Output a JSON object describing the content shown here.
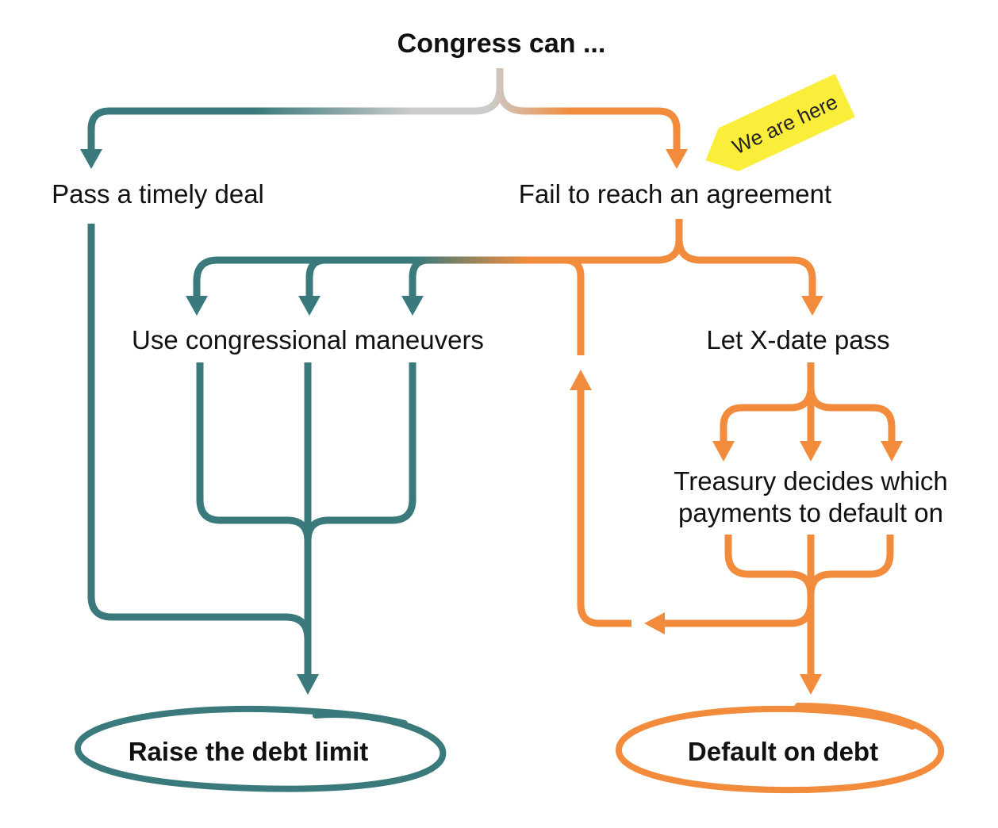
{
  "title": "Congress can ...",
  "nodes": {
    "timely_deal": "Pass a timely deal",
    "fail_agreement": "Fail to reach an agreement",
    "maneuvers": "Use congressional maneuvers",
    "x_date": "Let X-date pass",
    "treasury_line1": "Treasury decides which",
    "treasury_line2": "payments to default on",
    "raise_limit": "Raise the debt limit",
    "default_debt": "Default on debt"
  },
  "we_are_here": "We are here",
  "colors": {
    "teal": "#3b7a7c",
    "orange": "#f28c3c",
    "neutral": "#cccccc",
    "highlight": "#fbee3a"
  }
}
